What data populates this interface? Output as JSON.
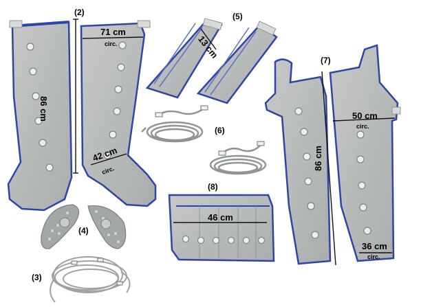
{
  "labels": {
    "boots_id": "(2)",
    "boot_circumference": "71 cm",
    "boot_circumference_note": "circ.",
    "boot_length": "86 cm",
    "ankle_circumference": "42 cm",
    "ankle_circumference_note": "circ.",
    "arms_id": "(5)",
    "arm_circumference": "13 cm",
    "hoses_id": "(6)",
    "belt_id": "(8)",
    "belt_width": "46 cm",
    "insoles_id": "(4)",
    "cable_bundle_id": "(3)",
    "trousers_id": "(7)",
    "trousers_length": "86 cm",
    "thigh_circumference": "50 cm",
    "thigh_circumference_note": "circ.",
    "cuff_circumference": "36 cm",
    "cuff_circumference_note": "circ."
  },
  "colors": {
    "fabric": "#b9bcbb",
    "fabric_shadow": "#9da1a0",
    "piping": "#2c45a8",
    "valve": "#eef0ef",
    "hose": "#8f9495",
    "insole": "#a4a7a7"
  }
}
